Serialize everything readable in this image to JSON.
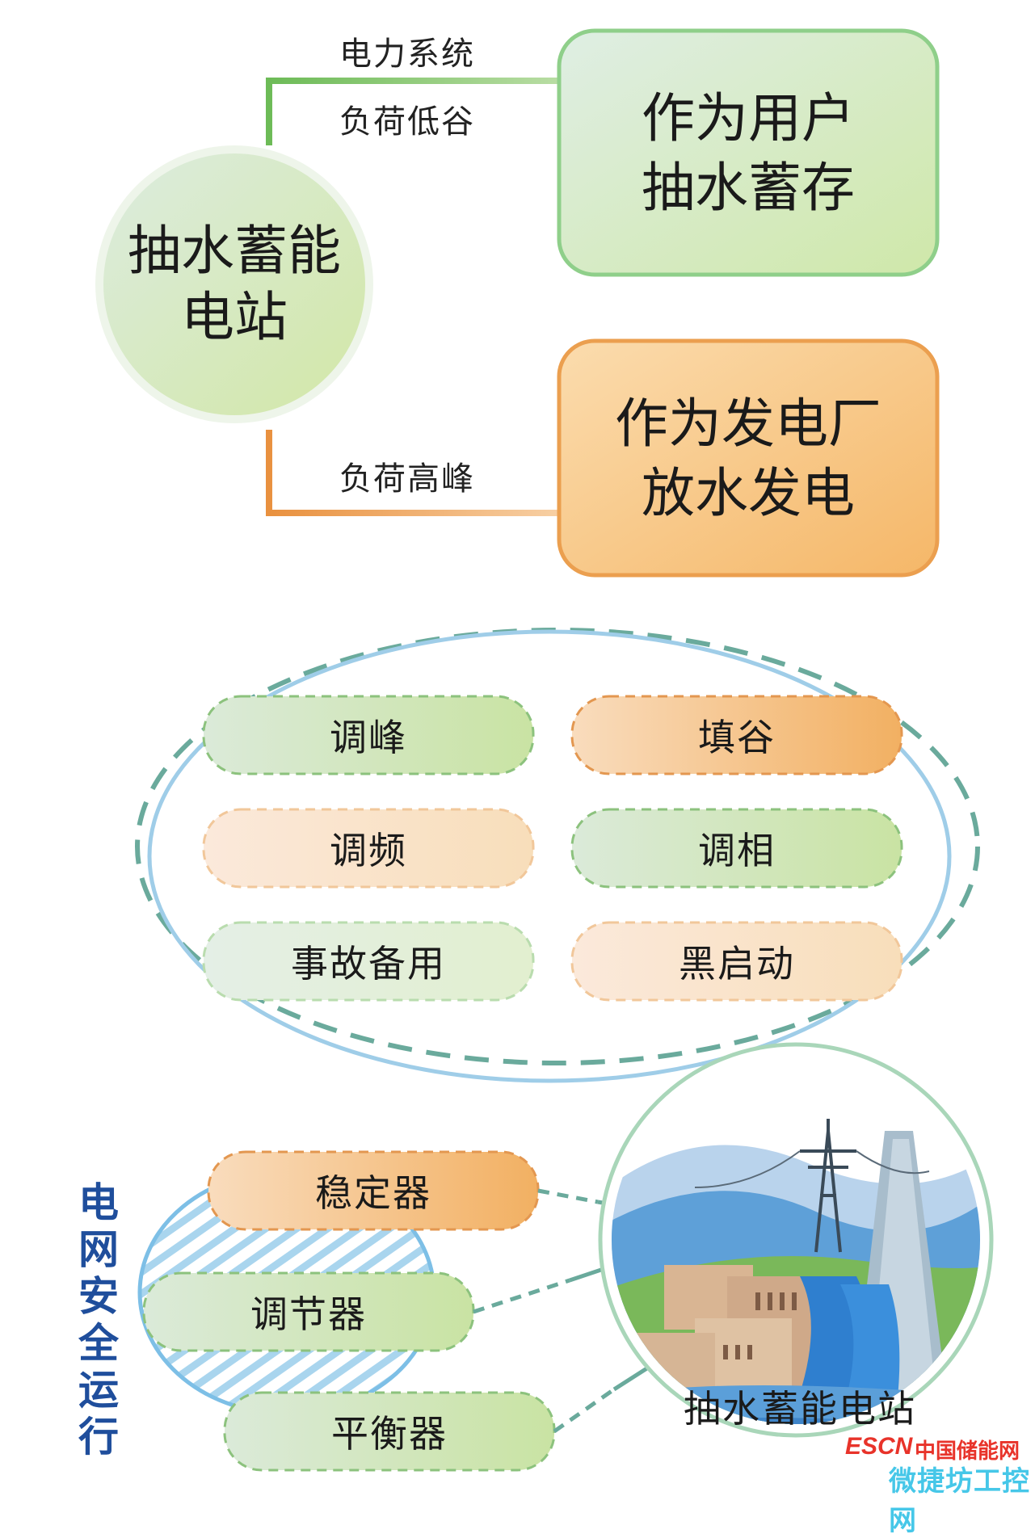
{
  "hub": {
    "lines": [
      "抽水蓄能",
      "电站"
    ]
  },
  "top_flow": {
    "line1": "电力系统",
    "line2": "负荷低谷"
  },
  "bottom_flow": {
    "label": "负荷高峰"
  },
  "user_box": {
    "lines": [
      "作为用户",
      "抽水蓄存"
    ]
  },
  "plant_box": {
    "lines": [
      "作为发电厂",
      "放水发电"
    ]
  },
  "services": [
    "调峰",
    "填谷",
    "调频",
    "调相",
    "事故备用",
    "黑启动"
  ],
  "grid_side": {
    "label": "电网安全运行"
  },
  "devices": [
    "稳定器",
    "调节器",
    "平衡器"
  ],
  "station_caption": "抽水蓄能电站",
  "watermark": {
    "brand": "ESCN",
    "site_name": "中国储能网",
    "overlay": "微捷坊工控网"
  },
  "colors": {
    "green": "#7cc46a",
    "orange": "#eda153",
    "blue": "#9fcde8",
    "teal": "#6aaa9c",
    "vertical_text": "#1f4e9c"
  }
}
